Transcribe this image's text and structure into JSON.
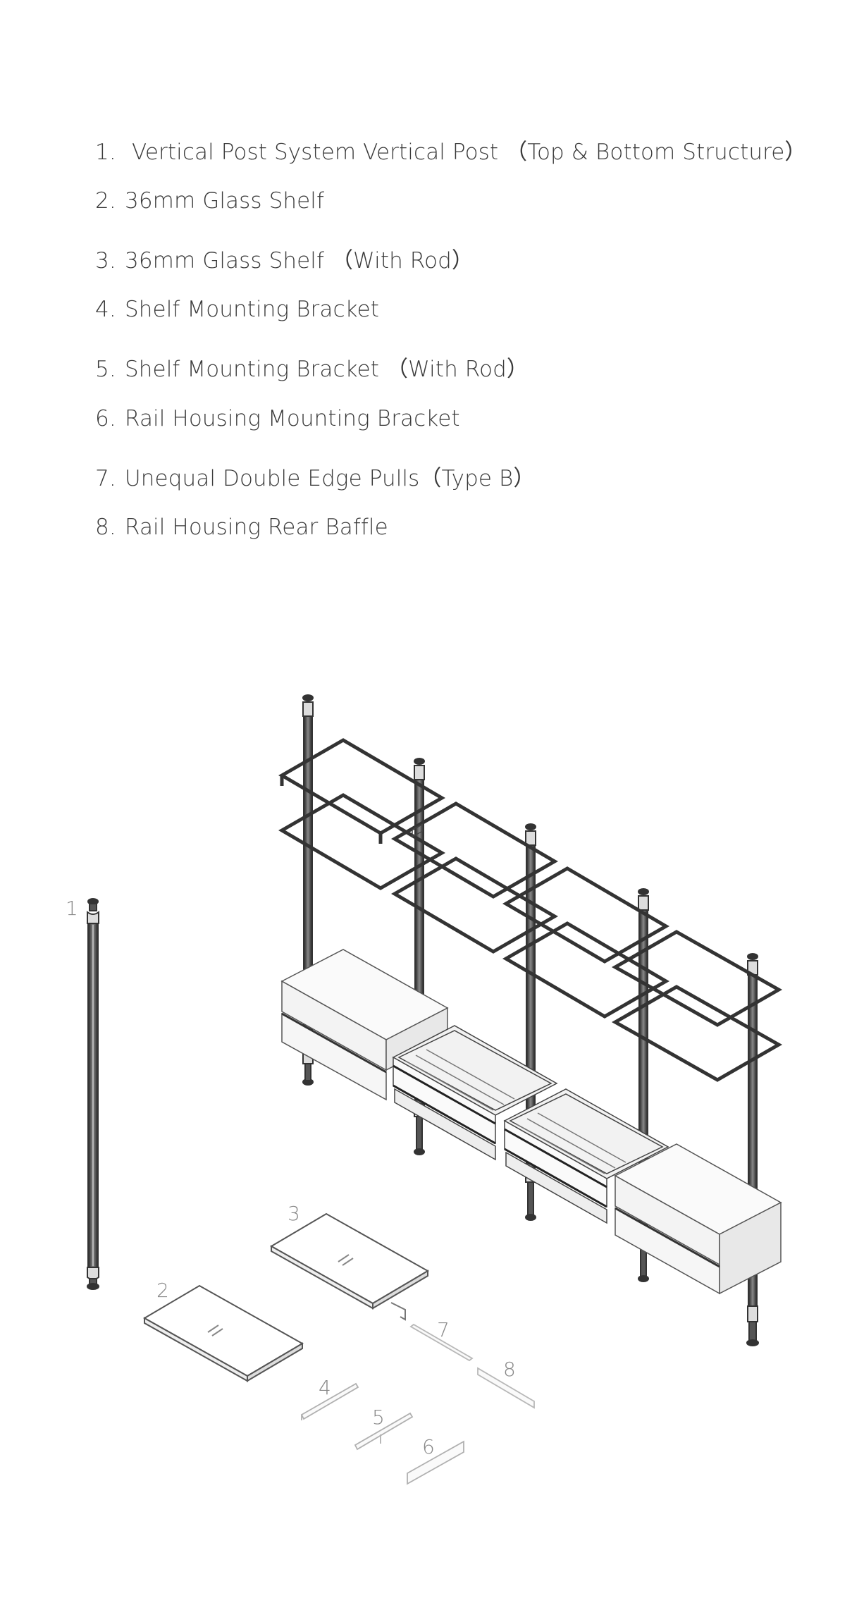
{
  "parts": [
    {
      "num": "1.",
      "label": " Vertical Post System Vertical Post （Top & Bottom Structure）"
    },
    {
      "num": "2.",
      "label": "36mm Glass Shelf"
    },
    {
      "num": "3.",
      "label": "36mm Glass Shelf （With Rod）"
    },
    {
      "num": "4.",
      "label": "Shelf Mounting Bracket"
    },
    {
      "num": "5.",
      "label": "Shelf Mounting Bracket （With Rod）"
    },
    {
      "num": "6.",
      "label": "Rail Housing Mounting Bracket"
    },
    {
      "num": "7.",
      "label": "Unequal Double Edge Pulls（Type B）"
    },
    {
      "num": "8.",
      "label": "Rail Housing Rear Baffle"
    }
  ],
  "callouts": {
    "c1": "1",
    "c2": "2",
    "c3": "3",
    "c4": "4",
    "c5": "5",
    "c6": "6",
    "c7": "7",
    "c8": "8"
  },
  "colors": {
    "line": "#3a3a3a",
    "light_line": "#a8a8a8",
    "text": "#3a3a3a"
  }
}
